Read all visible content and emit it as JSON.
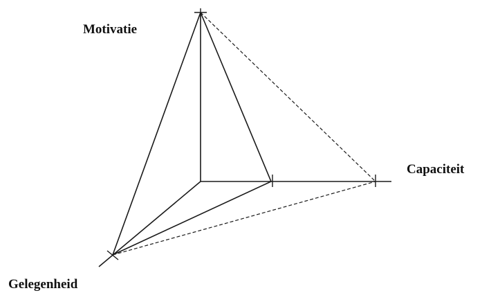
{
  "labels": {
    "motivation": "Motivatie",
    "capacity": "Capaciteit",
    "opportunity": "Gelegenheid"
  },
  "colors": {
    "line": "#1a1a1a",
    "text": "#111111",
    "background": "#ffffff"
  }
}
